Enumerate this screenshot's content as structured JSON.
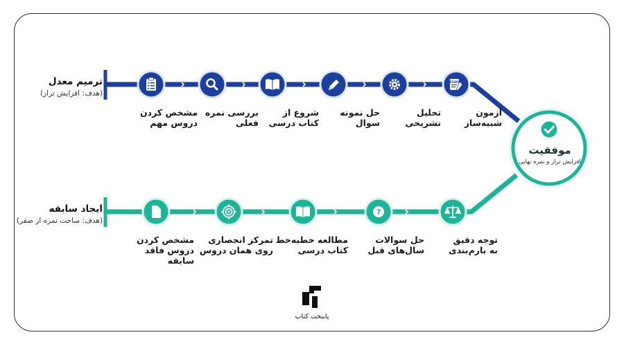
{
  "top_row": {
    "title": "ترمیم معدل",
    "subtitle": "(هدف: افزایش تراز)",
    "color": "#1d3f9e",
    "steps": [
      {
        "label": "آزمون\nشبیه‌ساز",
        "icon": "exam-icon"
      },
      {
        "label": "تحلیل\nتشریحی",
        "icon": "gear-icon"
      },
      {
        "label": "حل نمونه\nسوال",
        "icon": "pencil-icon"
      },
      {
        "label": "شروع از\nکتاب درسی",
        "icon": "book-icon"
      },
      {
        "label": "بررسی نمره\nفعلی",
        "icon": "magnifier-icon"
      },
      {
        "label": "مشخص کردن\nدروس مهم",
        "icon": "clipboard-icon"
      }
    ]
  },
  "bottom_row": {
    "title": "ایجاد سابقه",
    "subtitle": "(هدف: ساخت نمره از صفر)",
    "color": "#1fb39a",
    "steps": [
      {
        "label": "توجه دقیق\nبه بارم‌بندی",
        "icon": "scale-icon"
      },
      {
        "label": "حل سوالات\nسال‌های قبل",
        "icon": "question-icon"
      },
      {
        "label": "مطالعه خطبه‌خط\nکتاب درسی",
        "icon": "book-icon"
      },
      {
        "label": "تمرکز انحصاری\nروی همان دروس",
        "icon": "target-icon"
      },
      {
        "label": "مشخص کردن\nدروس فاقد سابقه",
        "icon": "document-icon"
      }
    ]
  },
  "success": {
    "title": "موفقیت",
    "subtitle": "افزایش تراز و نمره نهایی",
    "icon": "check-icon",
    "color": "#1fb39a"
  },
  "brand": {
    "name": "پاینخت کتاب",
    "icon": "brand-logo-icon"
  }
}
